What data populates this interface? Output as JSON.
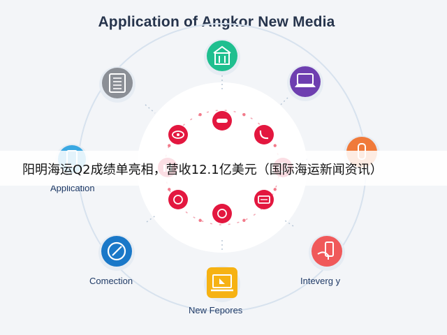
{
  "title": "Application of Angkor New Media",
  "banner": "阳明海运Q2成绩单亮相，营收12.1亿美元（国际海运新闻资讯）",
  "inner_text_fragments": [
    "12.1"
  ],
  "colors": {
    "green": "#1fbf8f",
    "purple": "#6e3fb0",
    "orange": "#f07a3a",
    "coral": "#f0595a",
    "amber": "#f6b213",
    "blue": "#1a78c8",
    "gray": "#8b8f96",
    "skyblue": "#3aa8e2",
    "crimson": "#e3173f"
  },
  "nodes": [
    {
      "id": "top",
      "label": "",
      "icon": "building-icon"
    },
    {
      "id": "top-right",
      "label": "",
      "icon": "laptop-icon"
    },
    {
      "id": "right",
      "label": "",
      "icon": "bottle-icon"
    },
    {
      "id": "bottom-right",
      "label": "Inteverg y",
      "icon": "hand-phone-icon"
    },
    {
      "id": "bottom",
      "label": "New Fepores",
      "icon": "laptop-screen-icon"
    },
    {
      "id": "bottom-left",
      "label": "Comection",
      "icon": "compass-icon"
    },
    {
      "id": "left",
      "label": "Application",
      "icon": "tablet-icon"
    },
    {
      "id": "top-left",
      "label": "",
      "icon": "document-icon"
    }
  ],
  "inner_icons": [
    "minus-icon",
    "phone-icon",
    "bookmark-icon",
    "ticket-icon",
    "speaker-icon",
    "shield-icon",
    "chart-icon",
    "eye-icon"
  ]
}
